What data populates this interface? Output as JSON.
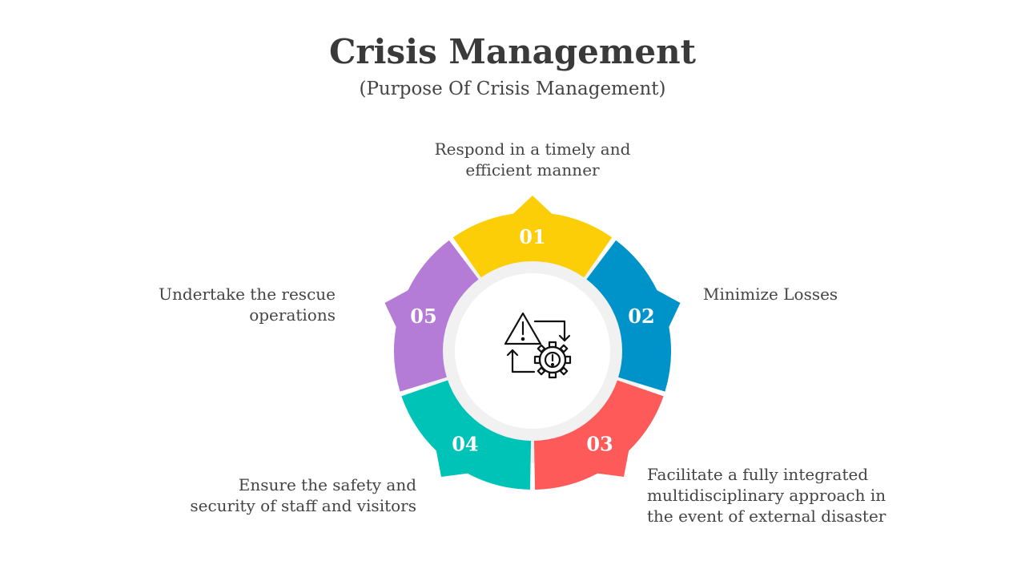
{
  "title": "Crisis Management",
  "subtitle": "(Purpose Of Crisis Management)",
  "steps": [
    {
      "number": "01",
      "lines": [
        "Respond in a timely and",
        "efficient manner"
      ],
      "color": "#FBCE07"
    },
    {
      "number": "02",
      "lines": [
        "Minimize Losses"
      ],
      "color": "#0093C9"
    },
    {
      "number": "03",
      "lines": [
        "Facilitate a fully integrated",
        "multidisciplinary approach in",
        "the event of external disaster"
      ],
      "color": "#FF5A5A"
    },
    {
      "number": "04",
      "lines": [
        "Ensure the safety and",
        "security of staff and visitors"
      ],
      "color": "#00C3B8"
    },
    {
      "number": "05",
      "lines": [
        "Undertake the rescue",
        "operations"
      ],
      "color": "#B47CD6"
    }
  ],
  "center_icon": "crisis-management-icon",
  "ring_background_color": "#F1F1F1"
}
